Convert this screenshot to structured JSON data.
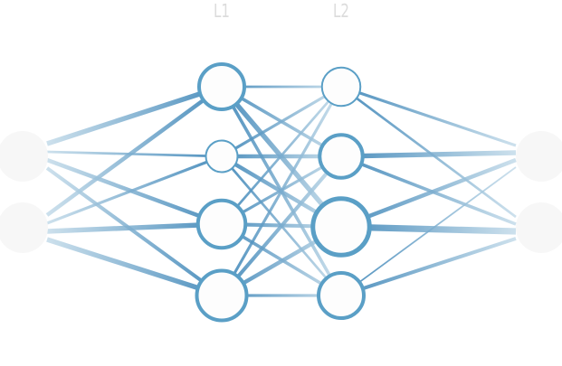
{
  "layer_labels": [
    "L1",
    "L2"
  ],
  "colors": {
    "edge": "#2f7db3",
    "edge_light": "#c5dcea",
    "node_stroke": "#5a9fc6",
    "node_fill": "#fdfdfd",
    "io_fill": "#f7f7f7"
  },
  "network": {
    "input_nodes": 2,
    "hidden1_node_sizes": [
      1.0,
      0.7,
      1.05,
      1.1
    ],
    "hidden2_node_sizes": [
      0.85,
      0.95,
      1.25,
      1.0
    ],
    "output_nodes": 2,
    "weights_in_h1": [
      [
        0.6,
        0.3,
        0.5,
        0.45
      ],
      [
        0.5,
        0.35,
        0.6,
        0.6
      ]
    ],
    "weights_h1_h2": [
      [
        0.3,
        0.4,
        0.6,
        0.4
      ],
      [
        0.35,
        0.5,
        0.5,
        0.3
      ],
      [
        0.3,
        0.35,
        0.45,
        0.4
      ],
      [
        0.35,
        0.45,
        0.5,
        0.35
      ]
    ],
    "weights_h2_out": [
      [
        0.35,
        0.3
      ],
      [
        0.6,
        0.4
      ],
      [
        0.5,
        0.8
      ],
      [
        0.2,
        0.45
      ]
    ]
  }
}
